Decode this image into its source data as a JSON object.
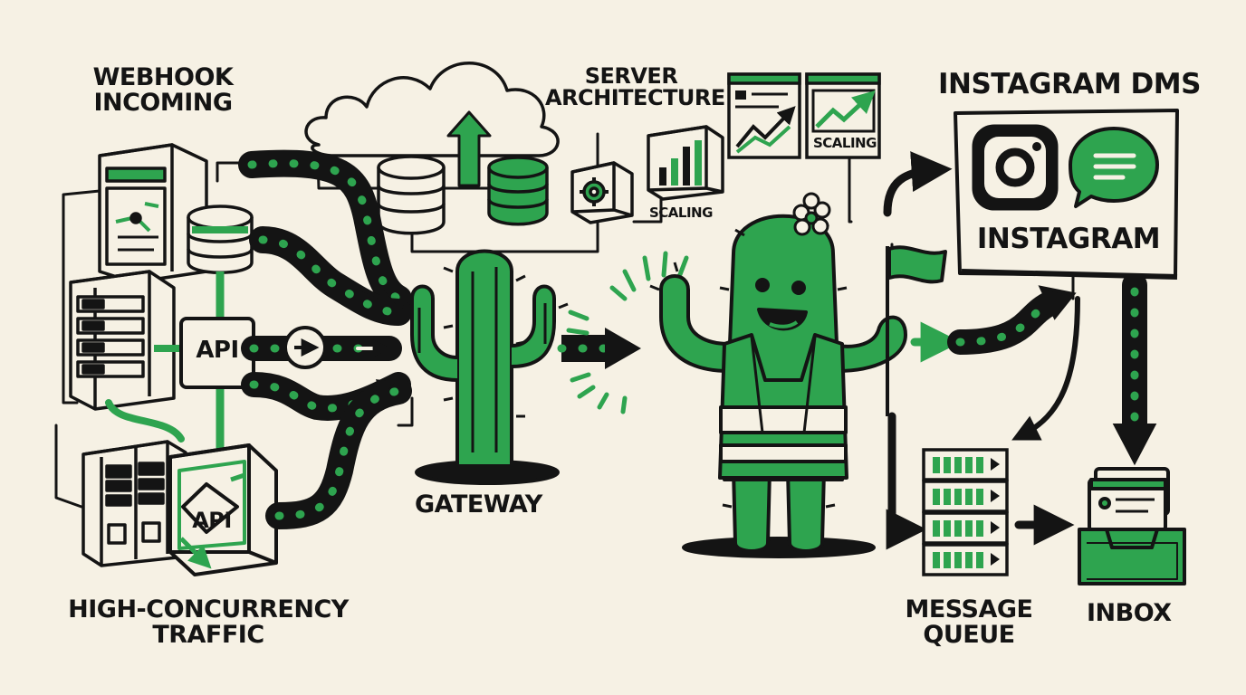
{
  "labels": {
    "webhook_incoming": [
      "WEBHOOK",
      "INCOMING"
    ],
    "high_concurrency_traffic": [
      "HIGH-CONCURRENCY",
      "TRAFFIC"
    ],
    "server_architecture": [
      "SERVER",
      "ARCHITECTURE"
    ],
    "scaling_left": "SCALING",
    "scaling_right": "SCALING",
    "gateway": "GATEWAY",
    "instagram_dms": "INSTAGRAM DMs",
    "instagram": "INSTAGRAM",
    "message_queue": [
      "MESSAGE",
      "QUEUE"
    ],
    "inbox": "INBOX",
    "api_top": "API",
    "api_bottom": "API"
  },
  "colors": {
    "accent": "#2ea44f",
    "ink": "#141414",
    "paper": "#f6f1e4"
  },
  "icons": [
    "server-rack-icon",
    "database-icon",
    "cloud-icon",
    "gear-box-icon",
    "bar-chart-icon",
    "line-chart-icon",
    "cactus-gateway-icon",
    "cactus-mascot-icon",
    "flag-icon",
    "instagram-logo-icon",
    "chat-bubble-icon",
    "message-queue-stack-icon",
    "inbox-tray-icon",
    "arrow-icon"
  ]
}
